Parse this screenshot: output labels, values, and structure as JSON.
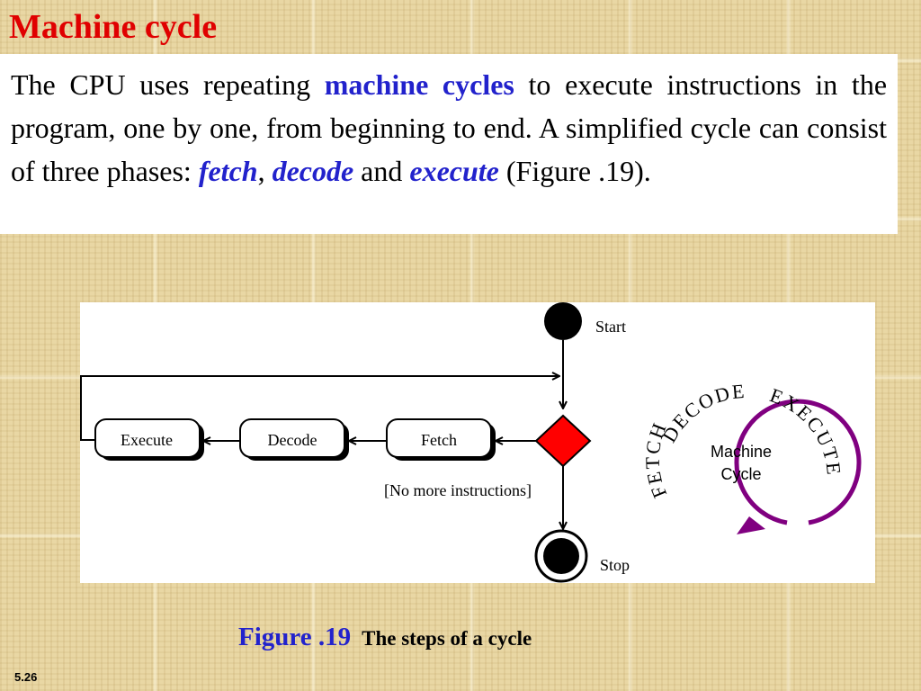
{
  "slide": {
    "title": "Machine cycle",
    "slide_number": "5.26"
  },
  "paragraph": {
    "part1": "The CPU uses repeating ",
    "term_machine_cycles": "machine cycles",
    "part2": " to execute instructions in the program, one by one, from beginning to end. A simplified cycle can consist of three phases: ",
    "term_fetch": "fetch",
    "comma": ", ",
    "term_decode": "decode",
    "and": " and ",
    "term_execute": "execute",
    "part3": " (Figure .19)."
  },
  "diagram": {
    "start_label": "Start",
    "stop_label": "Stop",
    "states": [
      "Execute",
      "Decode",
      "Fetch"
    ],
    "guard_label": "[No more instructions]",
    "cycle_center_line1": "Machine",
    "cycle_center_line2": "Cycle",
    "cycle_words": [
      "DECODE",
      "EXECUTE",
      "FETCH"
    ],
    "colors": {
      "decision": "#ff0000",
      "cycle_arrow": "#800080",
      "emphasis": "#2222cc",
      "title": "#e00000"
    }
  },
  "caption": {
    "number": "Figure .19",
    "text": "The steps of a cycle"
  }
}
